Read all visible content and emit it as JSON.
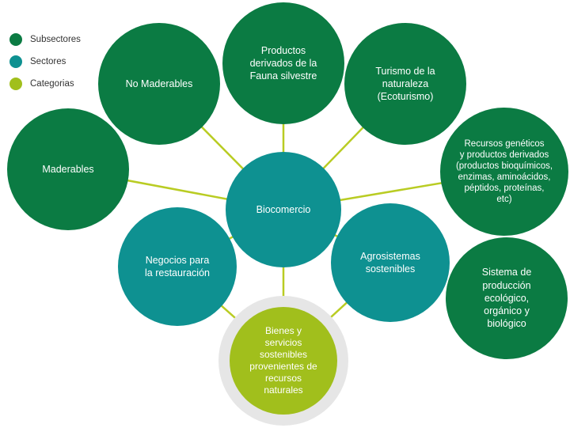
{
  "colors": {
    "subsector": "#0b7b43",
    "sector": "#0e9191",
    "category": "#a1bf1c",
    "line": "#b9cc23",
    "ring": "#e6e6e6"
  },
  "legend": [
    {
      "label": "Subsectores",
      "kind": "subsector"
    },
    {
      "label": "Sectores",
      "kind": "sector"
    },
    {
      "label": "Categorias",
      "kind": "category"
    }
  ],
  "nodes": {
    "center": {
      "label": "Biocomercio",
      "kind": "sector"
    },
    "no_maderables": {
      "label": "No Maderables",
      "kind": "subsector"
    },
    "fauna": {
      "label": "Productos\nderivados de la\nFauna silvestre",
      "kind": "subsector"
    },
    "turismo": {
      "label": "Turismo de la\nnaturaleza\n(Ecoturismo)",
      "kind": "subsector"
    },
    "maderables": {
      "label": "Maderables",
      "kind": "subsector"
    },
    "recursos": {
      "label": "Recursos genéticos\ny productos derivados\n(productos bioquímicos,\nenzimas, aminoácidos,\npéptidos, proteínas,\netc)",
      "kind": "subsector"
    },
    "negocios": {
      "label": "Negocios para\nla restauración",
      "kind": "sector"
    },
    "agrosistemas": {
      "label": "Agrosistemas\nsostenibles",
      "kind": "sector"
    },
    "sistema": {
      "label": "Sistema de\nproducción\necológico,\norgánico y\nbiológico",
      "kind": "subsector"
    },
    "bienes": {
      "label": "Bienes y\nservicios\nsostenibles\nprovenientes de\nrecursos\nnaturales",
      "kind": "category"
    }
  }
}
